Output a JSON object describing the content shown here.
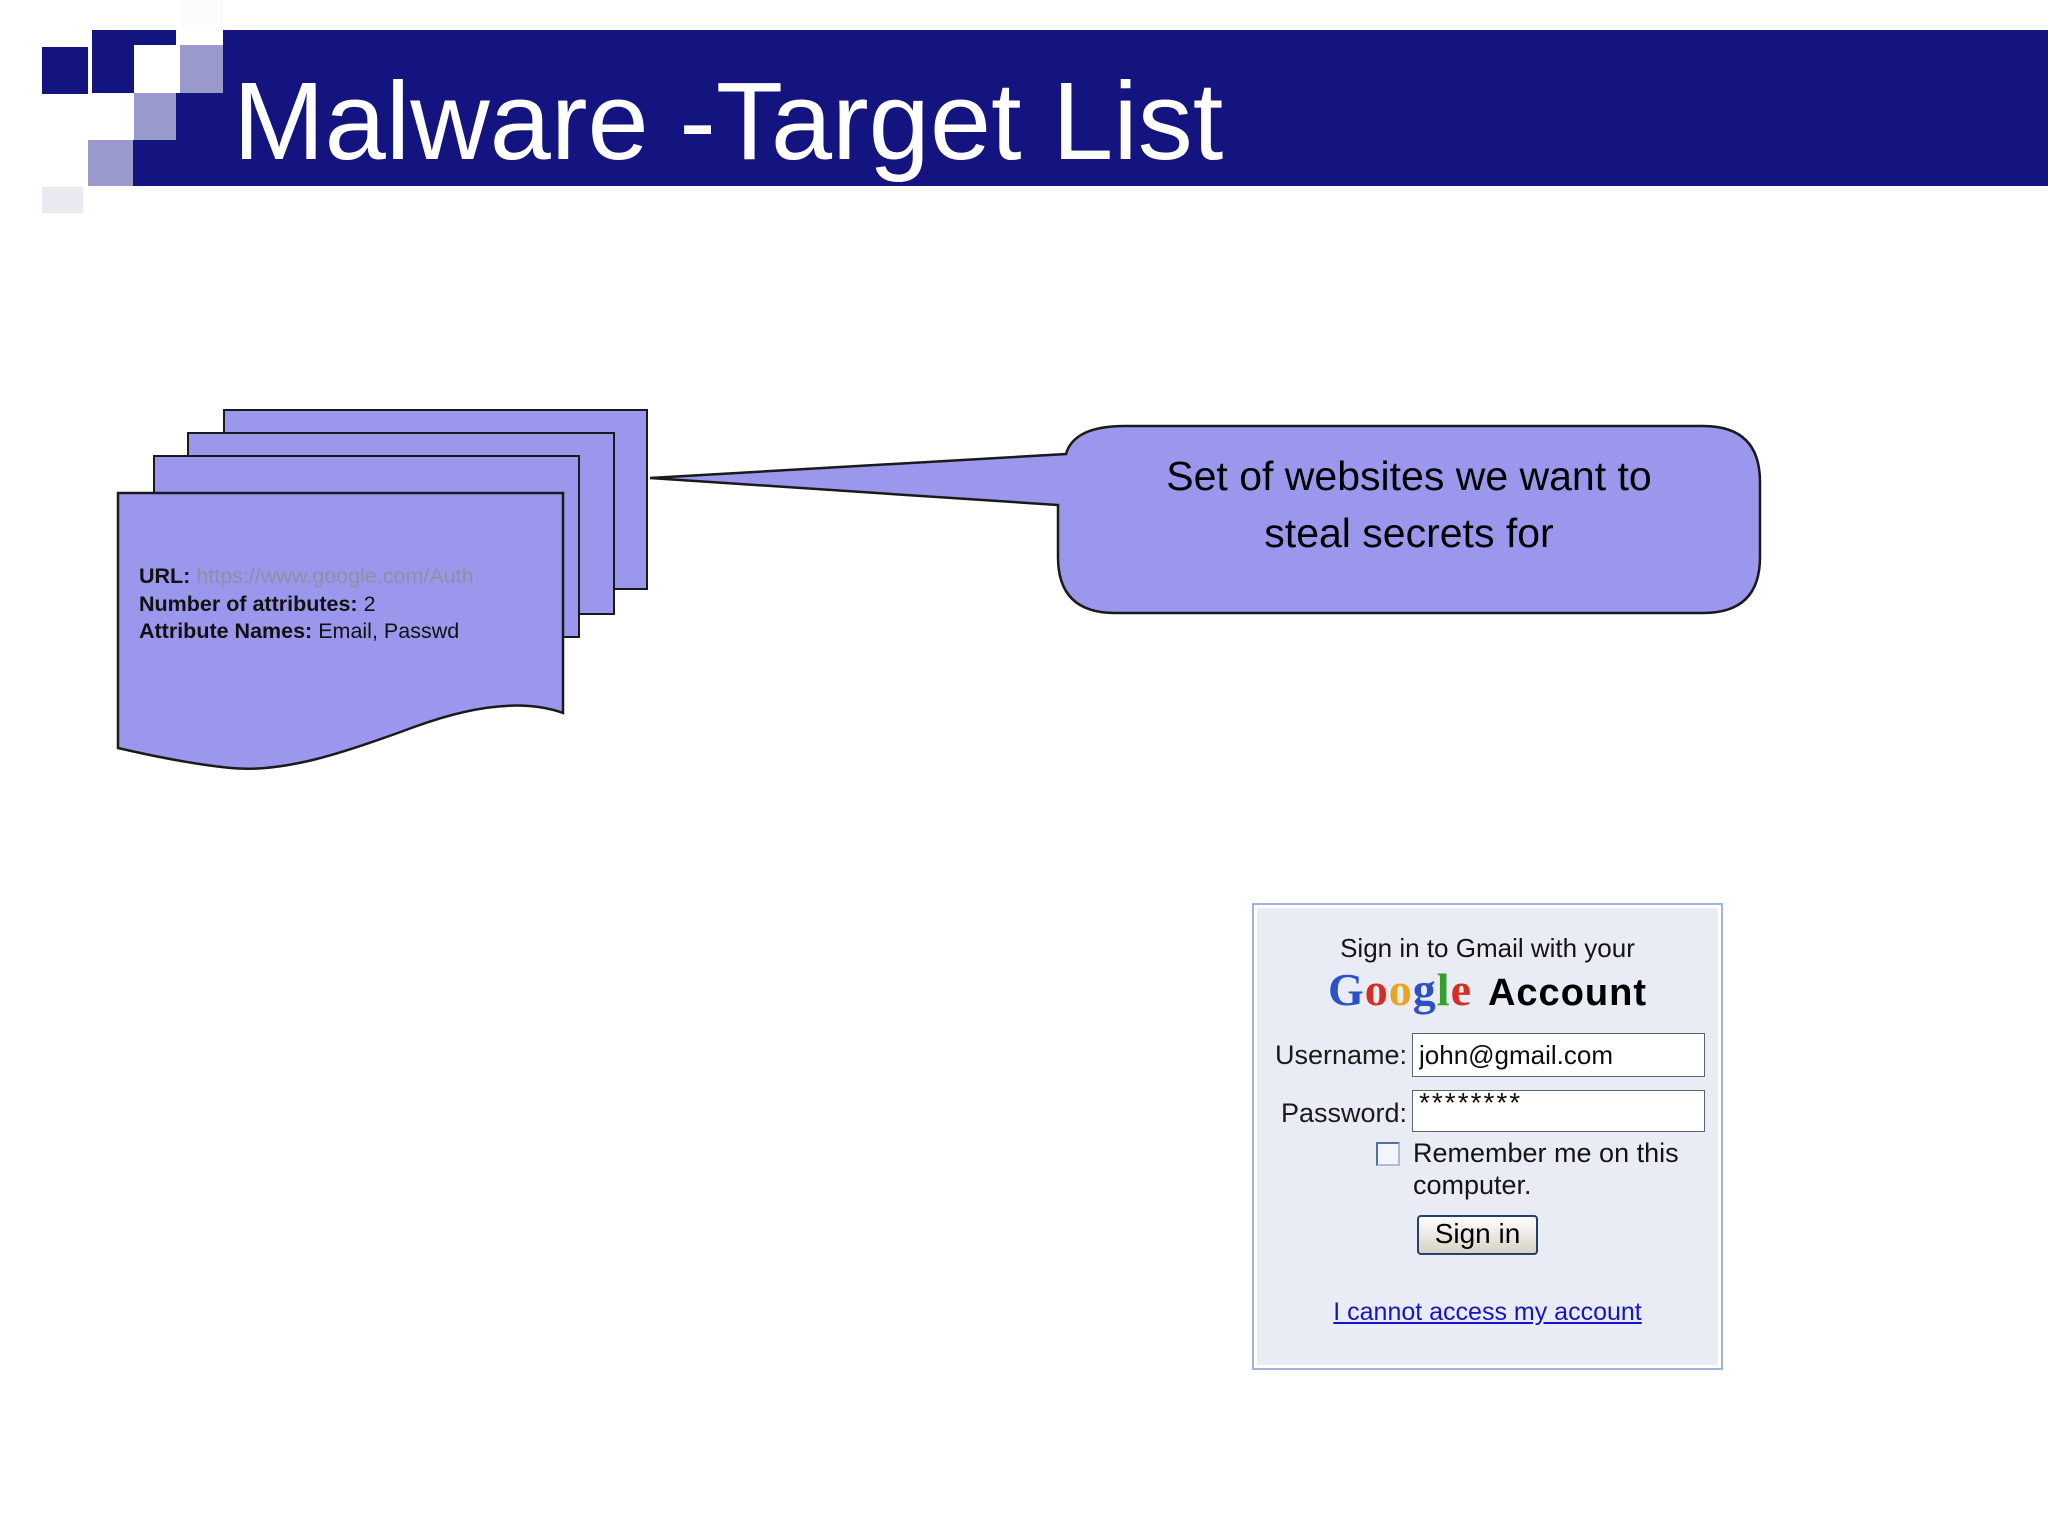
{
  "header": {
    "title": "Malware -Target List",
    "bar_color": "#141480",
    "mosaic_lavender": "#9999cc"
  },
  "stack": {
    "page_count": 4,
    "shape_fill": "#9b97ed",
    "doc": {
      "url_label": "URL:",
      "url_value": "https://www.google.com/Auth",
      "url_value_color": "#8f8fa3",
      "attr_count_label": "Number of attributes:",
      "attr_count_value": "2",
      "attr_names_label": "Attribute Names:",
      "attr_names_value": "Email, Passwd"
    }
  },
  "callout": {
    "line1": "Set of websites we want to",
    "line2": "steal secrets for",
    "shape_fill": "#9b97ed"
  },
  "gmail": {
    "heading": "Sign in to Gmail with your",
    "logo_letters": [
      {
        "ch": "G",
        "color": "#2b50c8"
      },
      {
        "ch": "o",
        "color": "#d42e20"
      },
      {
        "ch": "o",
        "color": "#eaa41f"
      },
      {
        "ch": "g",
        "color": "#2b50c8"
      },
      {
        "ch": "l",
        "color": "#33a02c"
      },
      {
        "ch": "e",
        "color": "#d42e20"
      }
    ],
    "logo_suffix": "Account",
    "username_label": "Username:",
    "username_value": "john@gmail.com",
    "password_label": "Password:",
    "password_value": "********",
    "remember_label": "Remember me on this computer.",
    "signin_label": "Sign in",
    "link_label": "I cannot access my account",
    "link_color": "#1414cc"
  }
}
